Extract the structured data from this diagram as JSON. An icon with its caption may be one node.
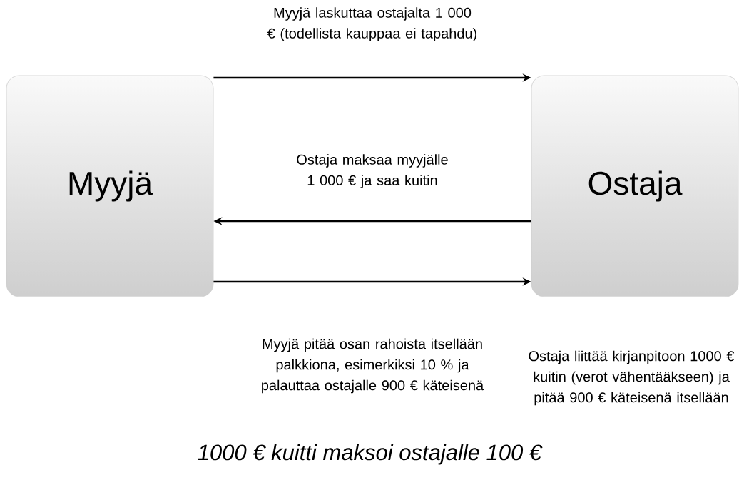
{
  "diagram": {
    "caption": "1000 € kuitti maksoi ostajalle 100 €",
    "nodes": [
      {
        "text": [
          "Myyjä"
        ]
      },
      {
        "text": [
          "Ostaja"
        ]
      }
    ],
    "labels": [
      "Ostaja liittää kirjanpitoon 1000 € kuitin (verot vähentääkseen) ja pitää 900 € käteisenä itsellään"
    ],
    "edges": [
      {
        "from": 0,
        "to": 1,
        "arrow": "to",
        "label": "Myyjä laskuttaa ostajalta 1 000 € (todellista kauppaa ei tapahdu)"
      },
      {
        "from": 1,
        "to": 0,
        "arrow": "to",
        "label": "Ostaja maksaa myyjälle 1 000 € ja saa kuitin"
      },
      {
        "from": 0,
        "to": 1,
        "arrow": "to",
        "label": "Myyjä pitää osan rahoista itsellään palkkiona, esimerkiksi 10 % ja palauttaa ostajalle 900 € käteisenä"
      }
    ]
  }
}
